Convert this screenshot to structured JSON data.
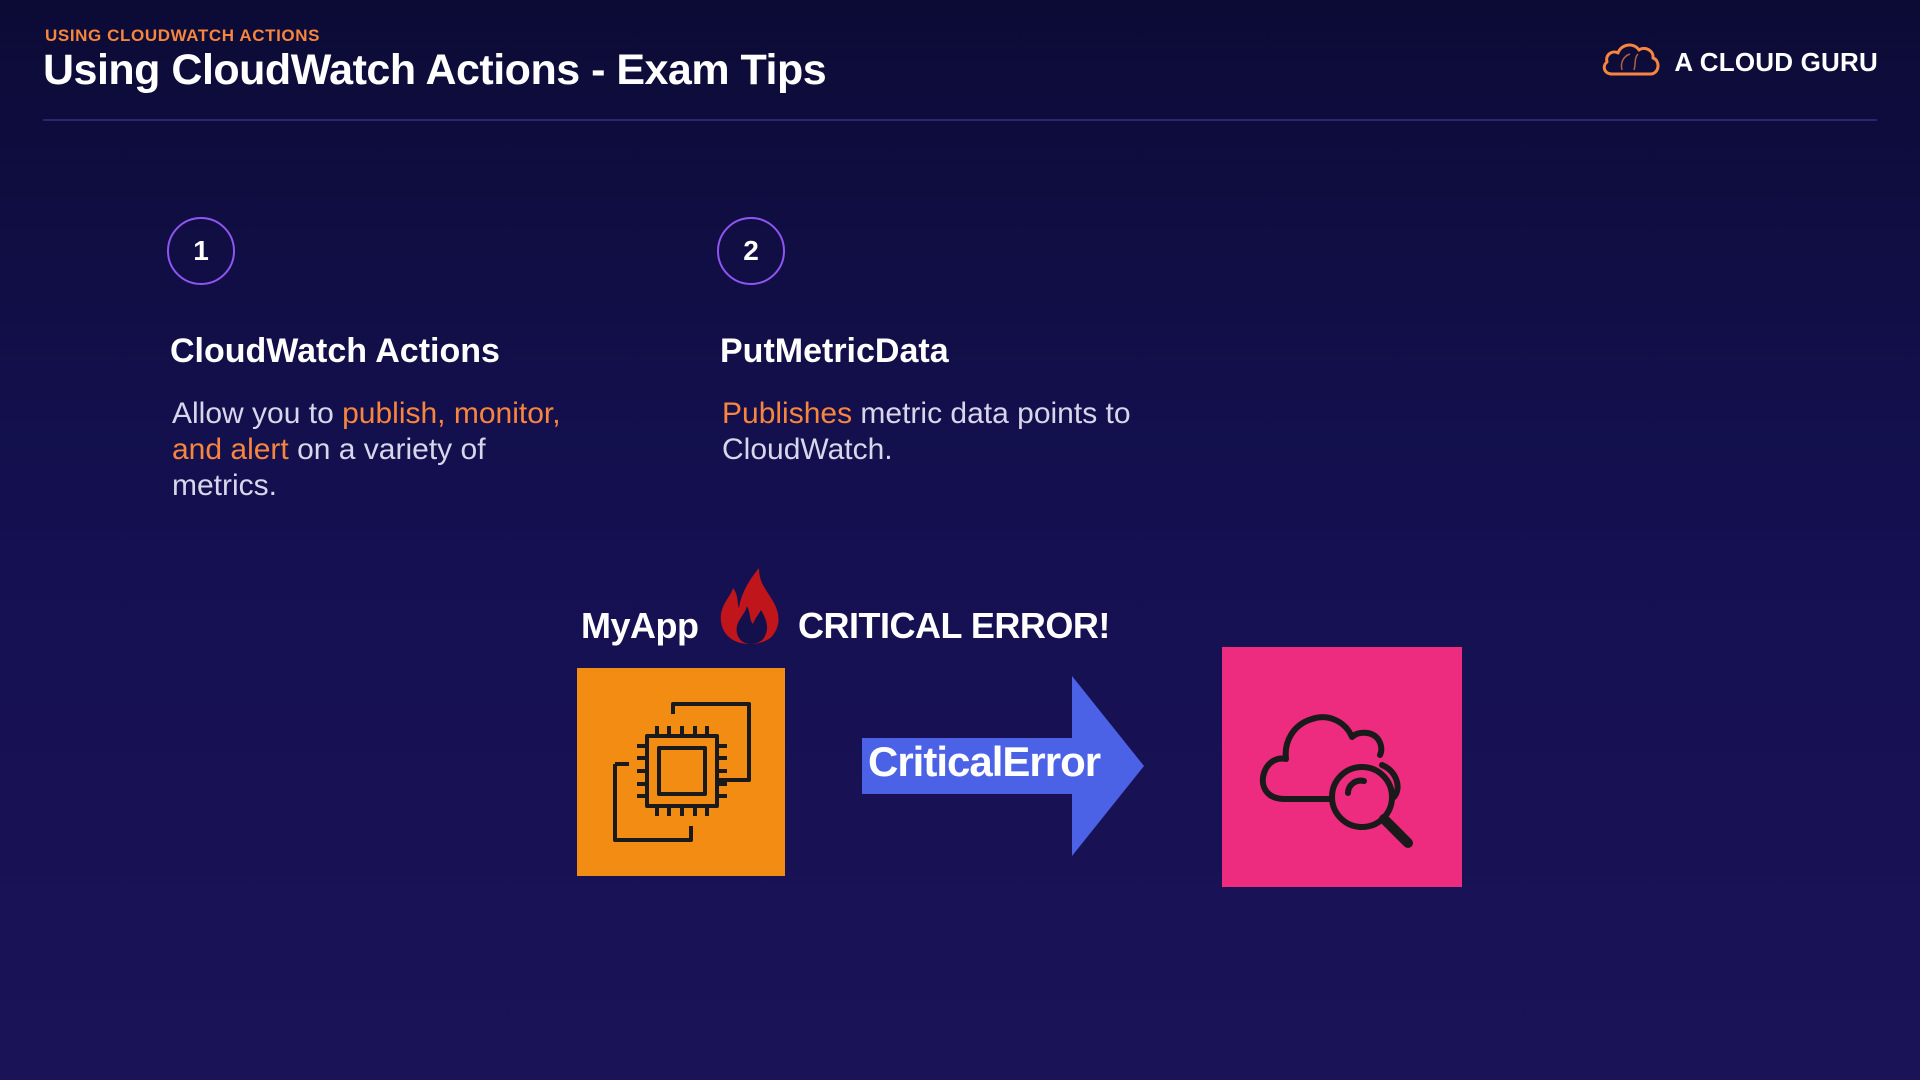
{
  "header": {
    "eyebrow": "USING CLOUDWATCH ACTIONS",
    "title": "Using CloudWatch Actions - Exam Tips",
    "brand": "A CLOUD GURU",
    "brand_icon": "cloud-logo-icon"
  },
  "tips": [
    {
      "number": "1",
      "heading": "CloudWatch Actions",
      "body": {
        "p1": "Allow you to ",
        "h1": "publish, monitor,",
        "h2": "and alert",
        "p2": " on a variety of",
        "p3": "metrics."
      }
    },
    {
      "number": "2",
      "heading": "PutMetricData",
      "body": {
        "h1": "Publishes",
        "p1": " metric data points to",
        "p2": "CloudWatch."
      }
    }
  ],
  "diagram": {
    "app_label": "MyApp",
    "alert_label": "CRITICAL ERROR!",
    "arrow_label": "CriticalError",
    "source_icon": "ec2-instance-icon",
    "target_icon": "cloudwatch-icon",
    "alert_icon": "fire-icon"
  },
  "colors": {
    "accent": "#f7853d",
    "ec2_tile": "#f28c12",
    "cloudwatch_tile": "#ed2b7f",
    "arrow": "#4b62e6",
    "circle_border": "#8e55f2",
    "background": "#141050"
  }
}
